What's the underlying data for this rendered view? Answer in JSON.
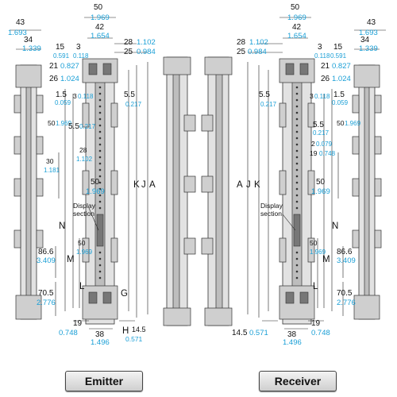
{
  "units_note_mm_color": "#111111",
  "units_note_inch_color": "#1a9fd6",
  "captions": {
    "emitter": "Emitter",
    "receiver": "Receiver"
  },
  "labels": {
    "A": "A",
    "J": "J",
    "K": "K",
    "N": "N",
    "M": "M",
    "L": "L",
    "G": "G",
    "H": "H",
    "display": "Display",
    "section": "section"
  },
  "dims": {
    "d43": "43",
    "d1693": "1.693",
    "d34": "34",
    "d1339": "1.339",
    "d15": "15",
    "d0591": "0.591",
    "d3": "3",
    "d0118": "0.118",
    "d21": "21",
    "d0827": "0.827",
    "d26": "26",
    "d1024": "1.024",
    "d1_5": "1.5",
    "d0059": "0.059",
    "d50": "50",
    "d1969": "1.969",
    "d42": "42",
    "d1654": "1.654",
    "d28": "28",
    "d1102": "1.102",
    "d25": "25",
    "d0984": "0.984",
    "d5_5": "5.5",
    "d0217": "0.217",
    "d30": "30",
    "d1181": "1.181",
    "d2": "2",
    "d0079": "0.079",
    "d19": "19",
    "d0748": "0.748",
    "d86_6": "86.6",
    "d3409": "3.409",
    "d70_5": "70.5",
    "d2776": "2.776",
    "d38": "38",
    "d1496": "1.496",
    "d14_5": "14.5",
    "d0571": "0.571"
  }
}
